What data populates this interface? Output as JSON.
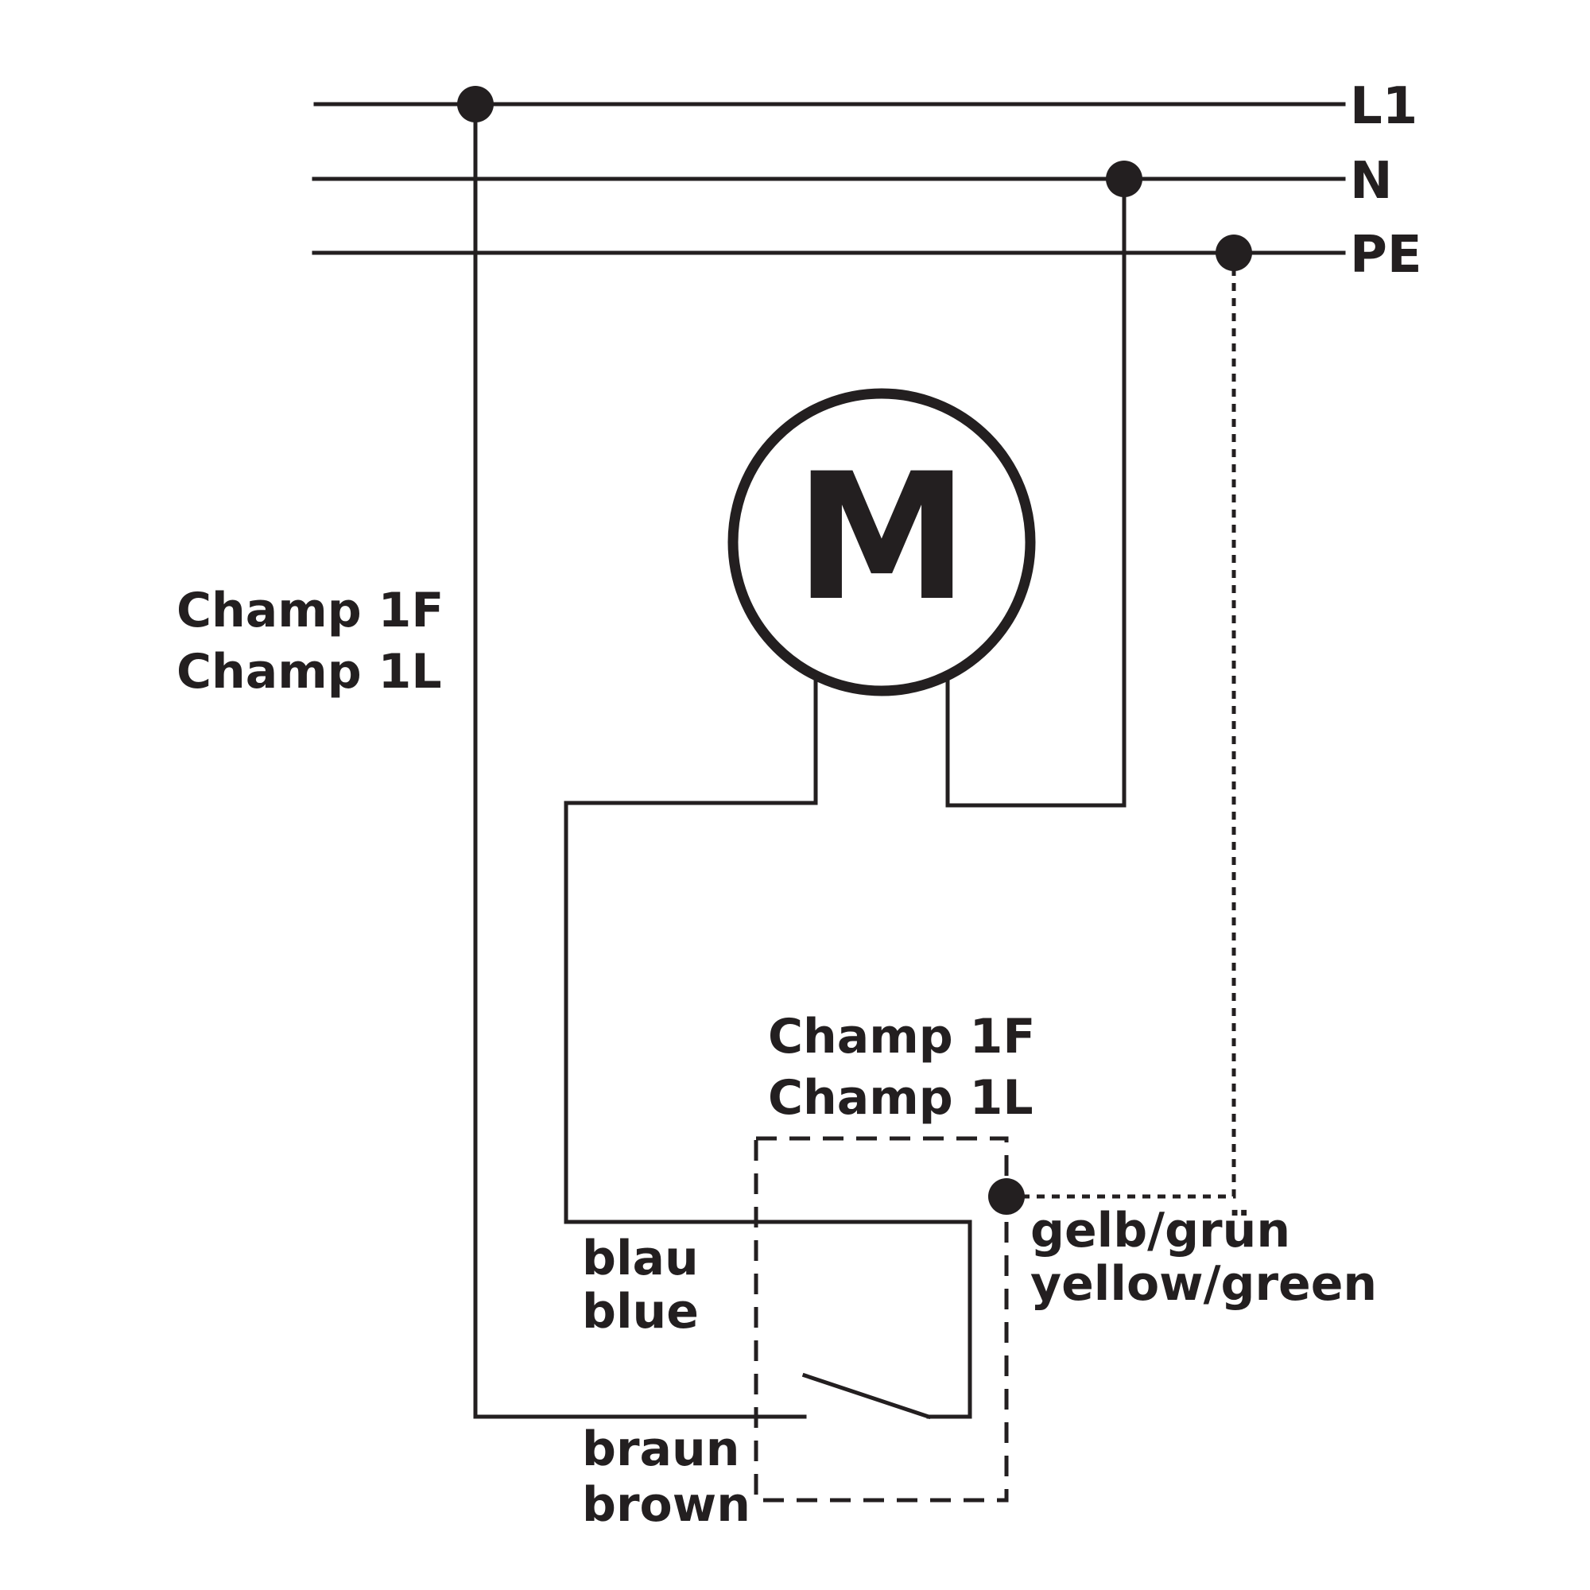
{
  "colors": {
    "ink": "#231f20",
    "background": "#ffffff"
  },
  "bus": {
    "l1": "L1",
    "n": "N",
    "pe": "PE"
  },
  "motor": {
    "symbol": "M"
  },
  "labels": {
    "device_left": {
      "line1": "Champ 1F",
      "line2": "Champ 1L"
    },
    "device_switch": {
      "line1": "Champ 1F",
      "line2": "Champ 1L"
    },
    "blue_wire": {
      "line1": "blau",
      "line2": "blue"
    },
    "brown_wire": {
      "line1": "braun",
      "line2": "brown"
    },
    "earth_wire": {
      "line1": "gelb/grün",
      "line2": "yellow/green"
    }
  }
}
